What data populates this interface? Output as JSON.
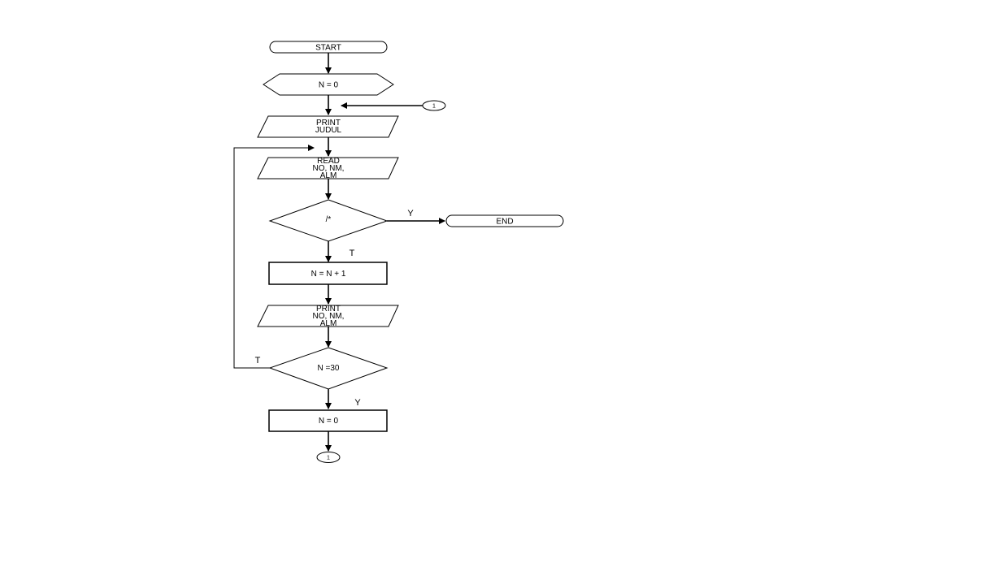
{
  "nodes": {
    "start": "START",
    "init": "N = 0",
    "print_title": [
      "PRINT",
      "JUDUL"
    ],
    "read": [
      "READ",
      "NO, NM,",
      "ALM"
    ],
    "eof_check": "/*",
    "end": "END",
    "increment": "N = N + 1",
    "print_record": [
      "PRINT",
      "NO, NM,",
      "ALM"
    ],
    "count_check": "N =30",
    "reset": "N = 0"
  },
  "connectors": {
    "top": "1",
    "bottom": "1"
  },
  "branch_labels": {
    "eof_yes": "Y",
    "eof_no": "T",
    "count_no": "T",
    "count_yes": "Y"
  }
}
